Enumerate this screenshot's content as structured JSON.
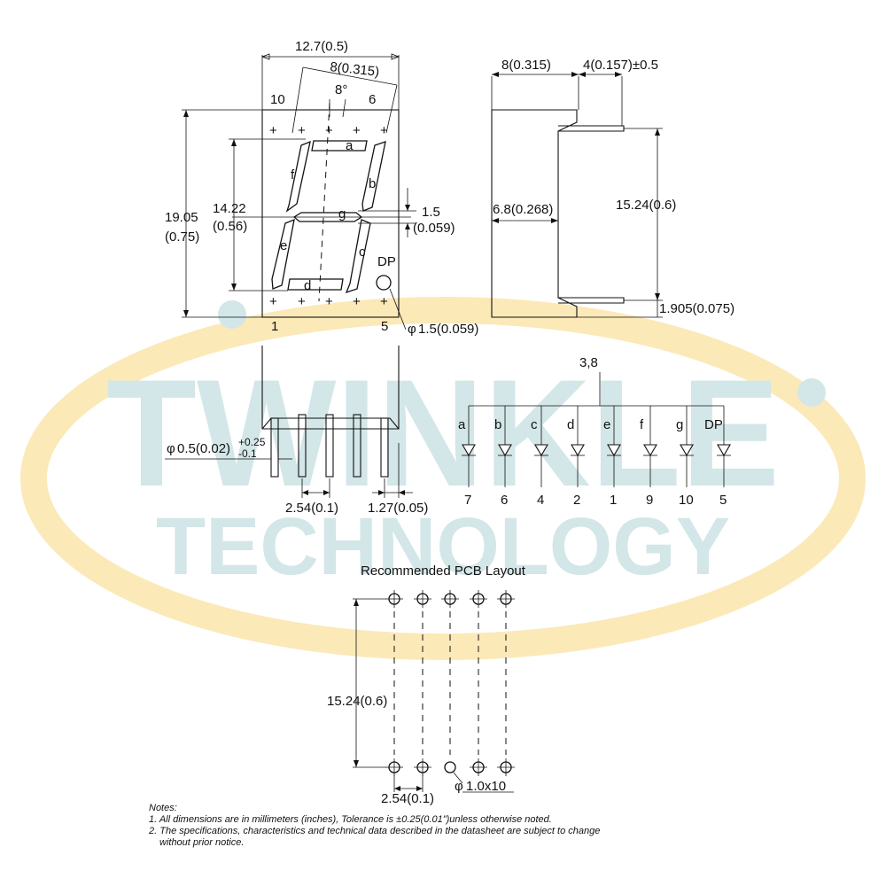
{
  "watermark": {
    "line1": "TWINKLE",
    "line2": "TECHNOLOGY",
    "ring_color": "#fbe9b8",
    "text_color": "#d3e6e8"
  },
  "front_view": {
    "overall_width": "12.7(0.5)",
    "digit_width": "8(0.315)",
    "slant": "8°",
    "pin_10": "10",
    "pin_6": "6",
    "pin_1": "1",
    "pin_5": "5",
    "height": "19.05",
    "height_in": "(0.75)",
    "digit_height": "14.22",
    "digit_height_in": "(0.56)",
    "seg_width": "1.5",
    "seg_width_in": "(0.059)",
    "dp_dia": "1.5(0.059)",
    "dp_label": "DP",
    "segments": [
      "a",
      "b",
      "c",
      "d",
      "e",
      "f",
      "g"
    ]
  },
  "side_view": {
    "depth": "8(0.315)",
    "pin_len": "4(0.157)±0.5",
    "body_thickness": "6.8(0.268)",
    "row_spacing": "15.24(0.6)",
    "pin_offset": "1.905(0.075)"
  },
  "bottom_view": {
    "pin_dia": "0.5(0.02)",
    "tol_plus": "+0.25",
    "tol_minus": "-0.1",
    "pitch": "2.54(0.1)",
    "edge": "1.27(0.05)"
  },
  "circuit": {
    "common": "3,8",
    "labels": [
      "a",
      "b",
      "c",
      "d",
      "e",
      "f",
      "g",
      "DP"
    ],
    "pins": [
      "7",
      "6",
      "4",
      "2",
      "1",
      "9",
      "10",
      "5"
    ]
  },
  "pcb": {
    "title": "Recommended PCB Layout",
    "row_spacing": "15.24(0.6)",
    "pitch": "2.54(0.1)",
    "hole": "1.0x10"
  },
  "notes": {
    "title": "Notes:",
    "n1": "1. All dimensions are in millimeters (inches), Tolerance is ±0.25(0.01\")unless otherwise noted.",
    "n2": "2. The specifications, characteristics and technical data described in the datasheet are subject to change",
    "n2b": "without prior notice."
  }
}
